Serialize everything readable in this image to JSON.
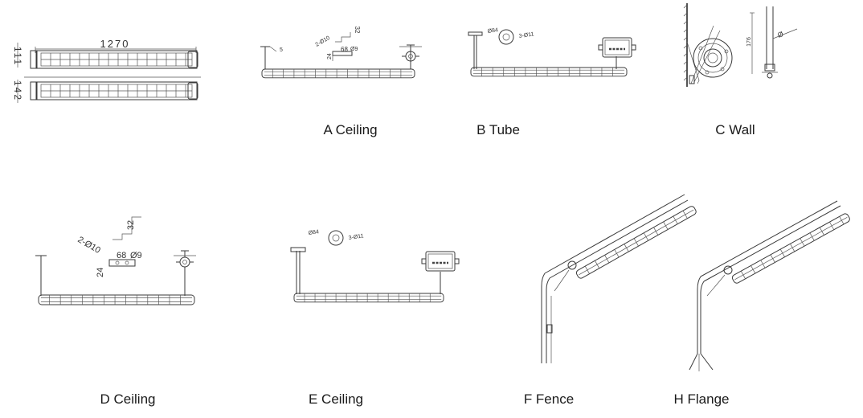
{
  "dimensions": {
    "length": "1270",
    "height1": "111",
    "height2": "142",
    "d32": "32",
    "d68": "68",
    "d24": "24",
    "hole2": "2-Ø10",
    "hole1": "Ø9",
    "d5": "5",
    "flangeDia": "Ø84",
    "flangeHoles": "3-Ø11",
    "wallH": "176",
    "wallDia": "Ø"
  },
  "captions": {
    "a": "A Ceiling",
    "b": "B Tube",
    "c": "C Wall",
    "d": "D Ceiling",
    "e": "E Ceiling",
    "f": "F Fence",
    "h": "H Flange"
  }
}
